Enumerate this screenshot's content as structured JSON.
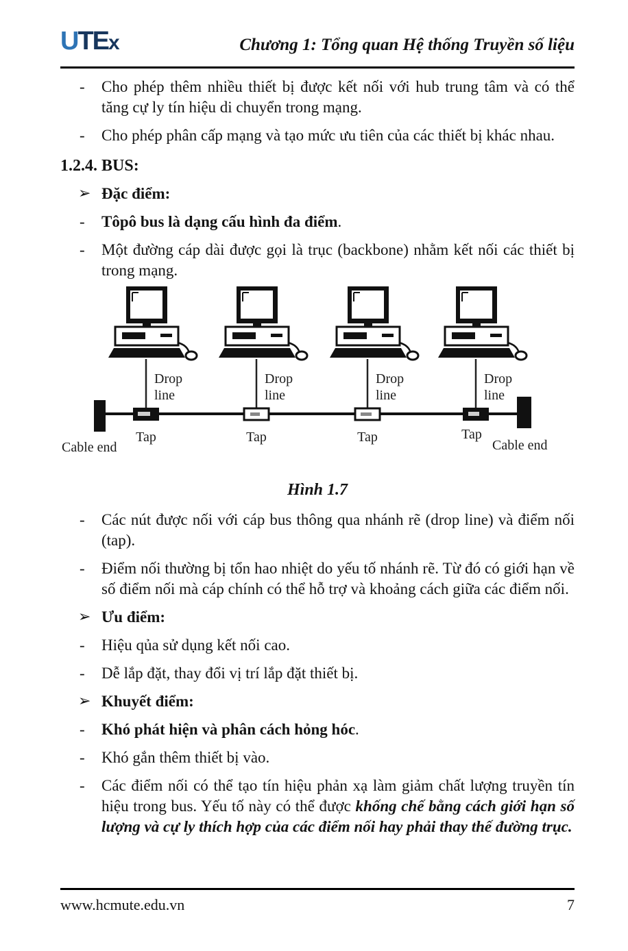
{
  "header": {
    "logo": {
      "u": "U",
      "te": "TE",
      "x": "x"
    },
    "title": "Chương 1: Tổng quan Hệ thống Truyền số liệu"
  },
  "marks": {
    "dash": "-",
    "arrow": "➢"
  },
  "body": {
    "b1": "Cho phép thêm nhiều thiết bị được kết nối với hub trung tâm và có thể tăng cự ly tín hiệu di chuyển trong mạng.",
    "b2": "Cho phép phân cấp mạng và tạo mức ưu tiên của các thiết bị khác nhau.",
    "section": "1.2.4. BUS:",
    "h_dac_diem": "Đặc điểm:",
    "b3_bold": "Tôpô bus là dạng cấu hình đa điểm",
    "b3_tail": ".",
    "b4": "Một đường cáp dài được gọi là trục (backbone) nhằm kết nối các thiết bị trong mạng.",
    "b5": "Các nút được nối với cáp bus thông qua nhánh rẽ (drop line) và điểm nối (tap).",
    "b6": "Điểm nối thường bị tổn hao nhiệt do yếu tố nhánh rẽ. Từ đó có giới hạn về  số điểm nối mà cáp chính có thể hỗ trợ và khoảng cách giữa các điểm nối.",
    "h_uu_diem": "Ưu điểm:",
    "b7": "Hiệu qủa sử dụng kết nối cao.",
    "b8": "Dễ lắp đặt, thay đổi vị trí lắp đặt thiết bị.",
    "h_khuyet_diem": "Khuyết điểm:",
    "b9_bold": "Khó  phát hiện và phân cách hỏng hóc",
    "b9_tail": ".",
    "b10": "Khó gắn thêm thiết bị vào.",
    "b11_normal": "Các điểm nối có thể tạo tín hiệu phản xạ làm giảm chất lượng truyền tín hiệu trong bus. Yếu tố này có thể được ",
    "b11_bold_italic": "khống chế bằng cách giới hạn số lượng và cự ly thích hợp của các điểm nối hay phải thay thế đường trục."
  },
  "figure": {
    "caption": "Hình 1.7",
    "computer_count": 4,
    "labels": {
      "drop": "Drop",
      "line": "line",
      "tap": "Tap",
      "cable_end": "Cable end"
    }
  },
  "footer": {
    "url": "www.hcmute.edu.vn",
    "page_number": "7"
  },
  "colors": {
    "logo_light_blue": "#2e74b5",
    "logo_dark_navy": "#17365d",
    "text": "#141414"
  }
}
